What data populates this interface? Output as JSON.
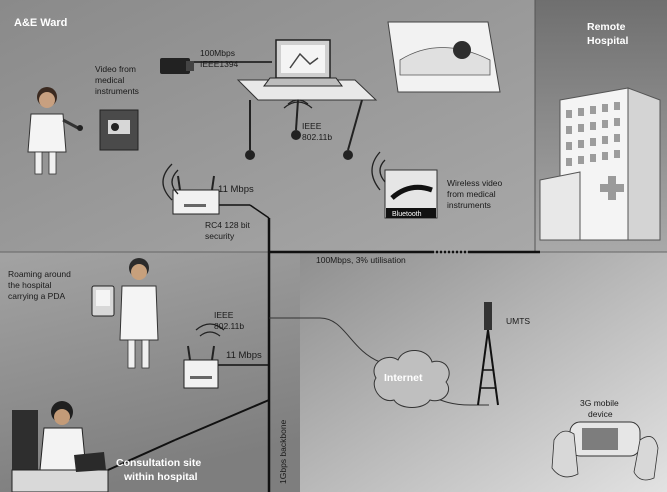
{
  "zones": {
    "ae_ward": "A&E Ward",
    "remote_hospital": [
      "Remote",
      "Hospital"
    ],
    "consultation": [
      "Consultation site",
      "within hospital"
    ]
  },
  "labels": {
    "video_medical": [
      "Video from",
      "medical",
      "instruments"
    ],
    "ieee1394": [
      "100Mbps",
      "IEEE1394"
    ],
    "ieee80211b_top": [
      "IEEE",
      "802.11b"
    ],
    "mbps_top": "11 Mbps",
    "rc4": [
      "RC4 128 bit",
      "security"
    ],
    "wireless_video": [
      "Wireless video",
      "from medical",
      "instruments"
    ],
    "bluetooth": "Bluetooth",
    "utilisation": "100Mbps, 3% utilisation",
    "roaming": [
      "Roaming around",
      "the hospital",
      "carrying a PDA"
    ],
    "ieee80211b_mid": [
      "IEEE",
      "802.11b"
    ],
    "mbps_mid": "11 Mbps",
    "umts": "UMTS",
    "internet": "Internet",
    "mobile_3g": [
      "3G mobile",
      "device"
    ],
    "backbone": "1Gbps backbone"
  },
  "colors": {
    "ward_bg": "#8c8c8c",
    "remote_bg": "#7a7a7a",
    "lower_left_bg": "#9c9c9c",
    "lower_right_bg": "#bdbdbd",
    "line": "#111111"
  }
}
